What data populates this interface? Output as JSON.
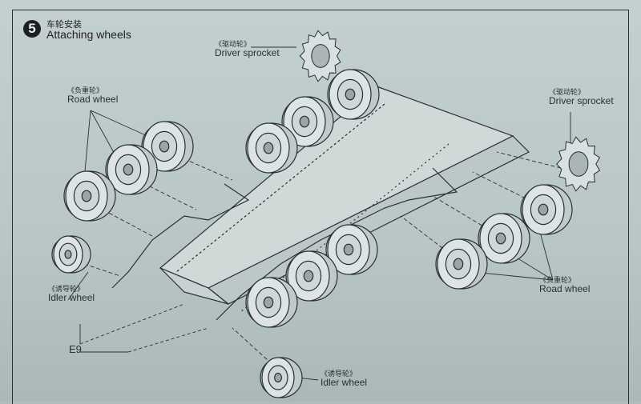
{
  "step": {
    "number": "5",
    "title_cn": "车轮安装",
    "title_en": "Attaching wheels"
  },
  "labels": {
    "driver_top": {
      "cn": "《驱动轮》",
      "en": "Driver sprocket"
    },
    "driver_right": {
      "cn": "《驱动轮》",
      "en": "Driver sprocket"
    },
    "road_left": {
      "cn": "《负重轮》",
      "en": "Road wheel"
    },
    "road_right": {
      "cn": "《负重轮》",
      "en": "Road wheel"
    },
    "idler_left": {
      "cn": "《诱导轮》",
      "en": "Idler wheel"
    },
    "idler_bottom": {
      "cn": "《诱导轮》",
      "en": "Idler wheel"
    },
    "part_e9": "E9"
  }
}
